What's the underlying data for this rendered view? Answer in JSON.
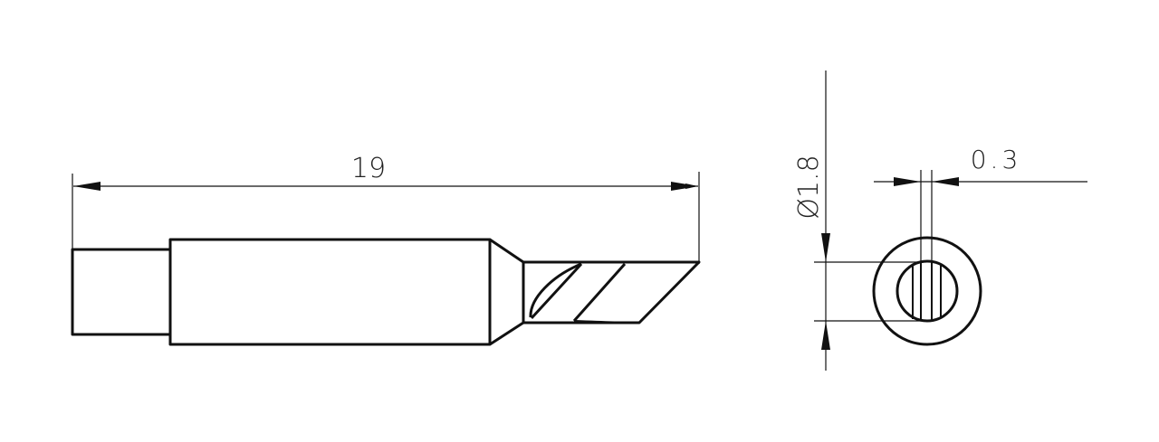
{
  "drawing": {
    "type": "technical-drawing",
    "subject": "soldering tip, bevel (knife) type",
    "stroke_color": "#111111",
    "background": "#ffffff"
  },
  "side_view": {
    "length_dimension": {
      "label": "19",
      "units": "mm"
    }
  },
  "end_view": {
    "diameter_dimension": {
      "label": "Ø1.8",
      "units": "mm"
    },
    "thickness_dimension": {
      "label": "0.3",
      "units": "mm"
    }
  }
}
